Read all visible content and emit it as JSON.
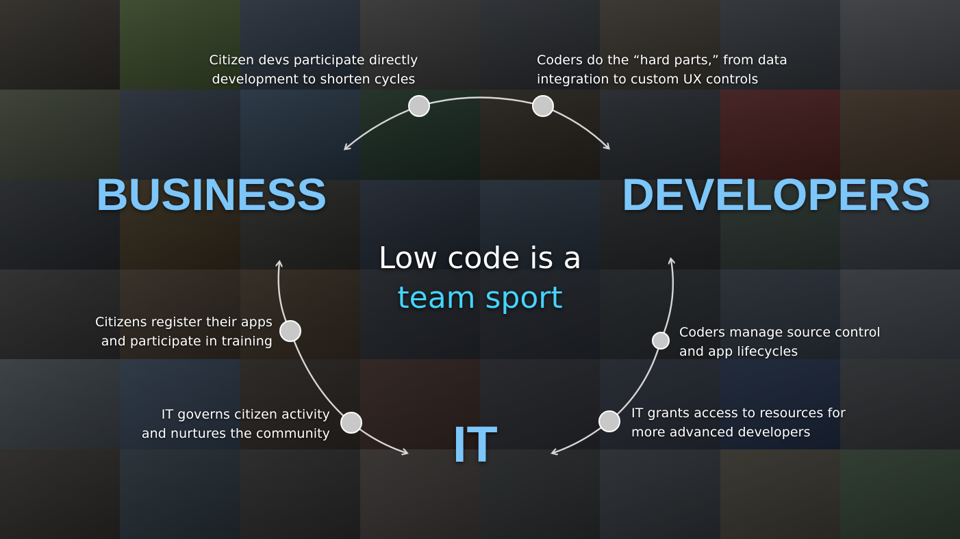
{
  "headline": {
    "line1": "Low code is a",
    "line2": "team sport"
  },
  "groups": {
    "business": "BUSINESS",
    "developers": "DEVELOPERS",
    "it": "IT"
  },
  "captions": {
    "citizen_devs": [
      "Citizen devs participate directly",
      "development to shorten cycles"
    ],
    "coders_hard_parts": [
      "Coders do the “hard parts,” from data",
      "integration to custom UX controls"
    ],
    "citizens_register": [
      "Citizens register their apps",
      "and participate in training"
    ],
    "coders_source_control": [
      "Coders manage source control",
      "and app lifecycles"
    ],
    "it_governs": [
      "IT governs citizen activity",
      "and nurtures the community"
    ],
    "it_grants": [
      "IT grants access to resources for",
      "more advanced developers"
    ]
  },
  "colors": {
    "group_label": "#7cc6fa",
    "headline_accent": "#45d4ff",
    "headline_text": "#ffffff",
    "arc": "#d6d6d6",
    "node": "#c8c8c8"
  },
  "tile_colors": [
    "#2d2a26",
    "#3a4a2b",
    "#2b3440",
    "#3a3a3a",
    "#2c2f34",
    "#39352f",
    "#2f3338",
    "#3d3f43",
    "#3a3f33",
    "#2a323d",
    "#2a3a4a",
    "#21352a",
    "#2f2a24",
    "#2a2e33",
    "#4a2020",
    "#3b3025",
    "#25282c",
    "#3a3020",
    "#30302e",
    "#2a3340",
    "#2e3a48",
    "#2a2d30",
    "#2f3a35",
    "#33383d",
    "#2e2e2e",
    "#3a3128",
    "#3d3328",
    "#2c3038",
    "#2b2f38",
    "#2a2e32",
    "#2e3640",
    "#3a3f45",
    "#3a4045",
    "#2d3a4a",
    "#2f2a26",
    "#3a2a26",
    "#2c2d33",
    "#2a2f3a",
    "#1e2a40",
    "#2f3134",
    "#2a2826",
    "#263038",
    "#2b2a2a",
    "#3a3634",
    "#2a2d2e",
    "#2e3237",
    "#3a3830",
    "#2c3a2e"
  ]
}
